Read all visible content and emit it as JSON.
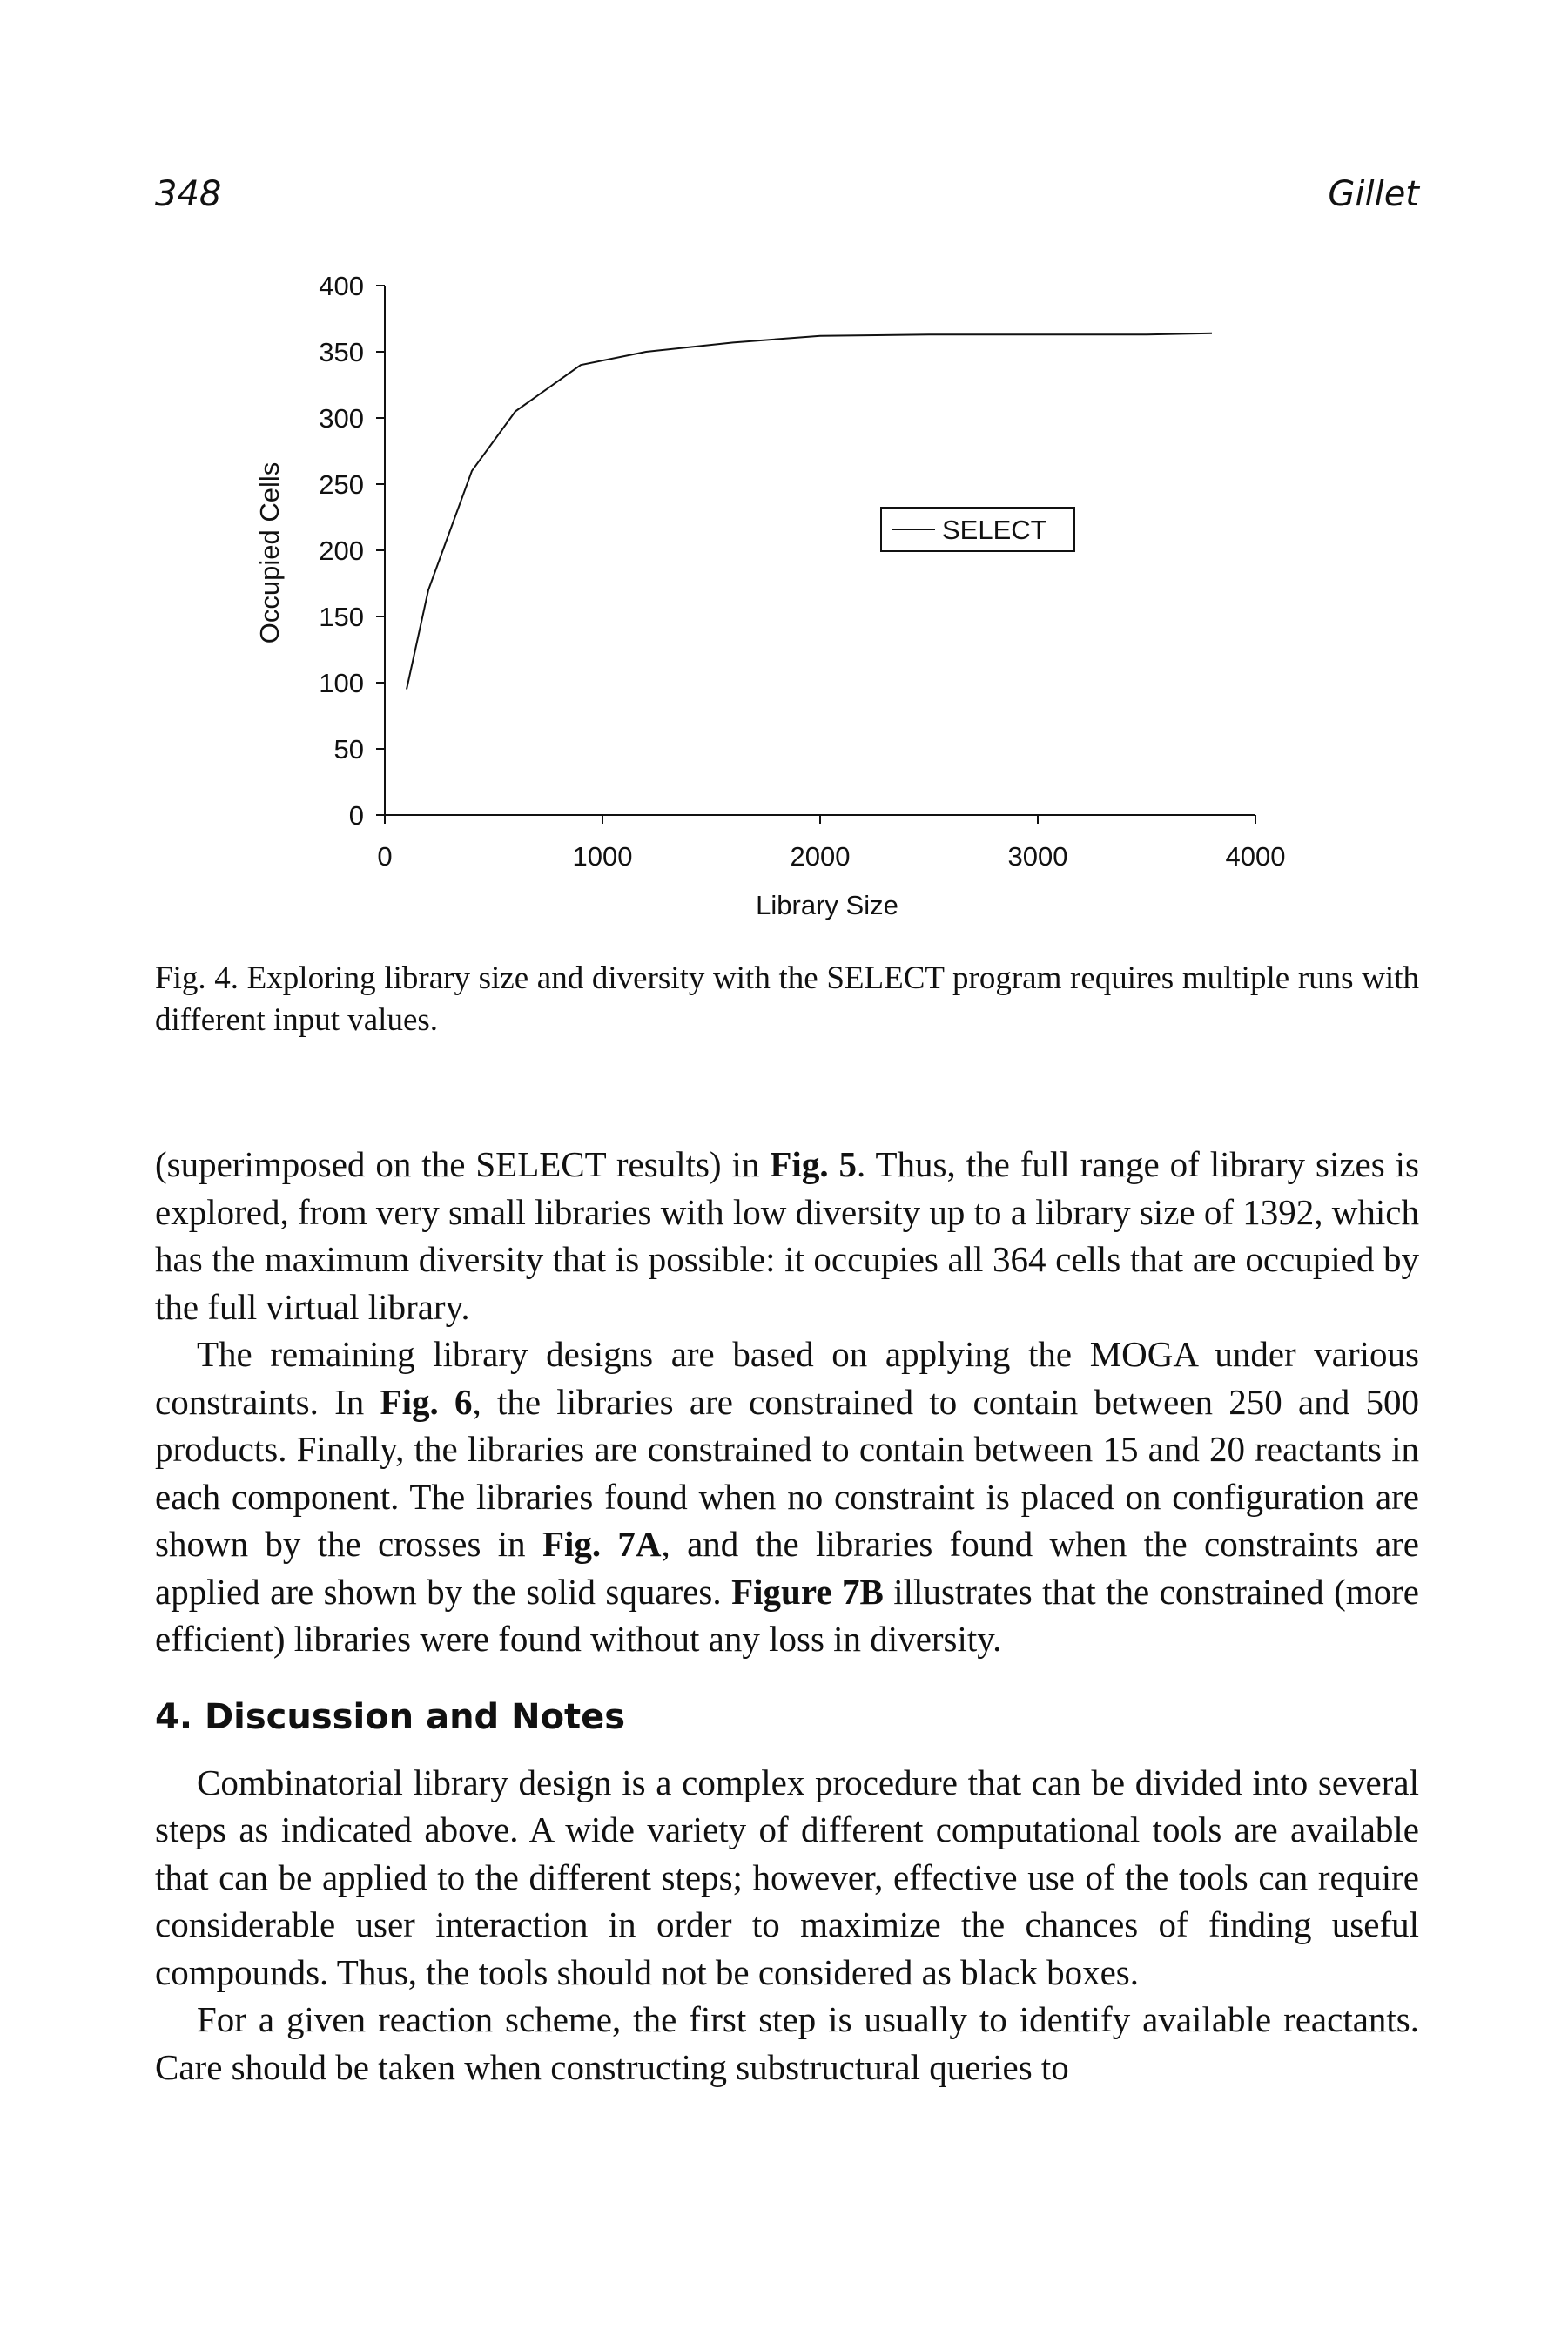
{
  "header": {
    "page_number": "348",
    "running_author": "Gillet"
  },
  "chart_data": {
    "type": "line",
    "xlabel": "Library Size",
    "ylabel": "Occupied Cells",
    "xlim": [
      0,
      4000
    ],
    "ylim": [
      0,
      400
    ],
    "x_ticks": [
      "0",
      "1000",
      "2000",
      "3000",
      "4000"
    ],
    "y_ticks": [
      "0",
      "50",
      "100",
      "150",
      "200",
      "250",
      "300",
      "350",
      "400"
    ],
    "grid": false,
    "legend_position": "center-right",
    "series": [
      {
        "name": "SELECT",
        "x": [
          100,
          200,
          400,
          600,
          900,
          1200,
          1600,
          2000,
          2500,
          3000,
          3500,
          3800
        ],
        "y": [
          95,
          170,
          260,
          305,
          340,
          350,
          357,
          362,
          363,
          363,
          363,
          364
        ]
      }
    ]
  },
  "figure": {
    "caption": "Fig. 4. Exploring library size and diversity with the SELECT program requires multiple runs with different input values."
  },
  "body": {
    "p1_a": "(superimposed on the SELECT results) in ",
    "p1_ref": "Fig. 5",
    "p1_b": ". Thus, the full range of library sizes is explored, from very small libraries with low diversity up to a library size of 1392, which has the maximum diversity that is possible: it occupies all 364 cells that are occupied by the full virtual library.",
    "p2_a": "The remaining library designs are based on applying the MOGA under various constraints. In ",
    "p2_ref1": "Fig. 6",
    "p2_b": ", the libraries are constrained to contain between 250 and 500 products. Finally, the libraries are constrained to contain between 15 and 20 reactants in each component. The libraries found when no constraint is placed on configuration are shown by the crosses in ",
    "p2_ref2": "Fig. 7A",
    "p2_c": ", and the libraries found when the constraints are applied are shown by the solid squares. ",
    "p2_ref3": "Figure 7B",
    "p2_d": " illustrates that the constrained (more efficient) libraries were found without any loss in diversity.",
    "section_heading": "4. Discussion and Notes",
    "p3": "Combinatorial library design is a complex procedure that can be divided into several steps as indicated above. A wide variety of different computational tools are available that can be applied to the different steps; however, effective use of the tools can require considerable user interaction in order to maximize the chances of finding useful compounds. Thus, the tools should not be considered as black boxes.",
    "p4": "For a given reaction scheme, the first step is usually to identify available reactants. Care should be taken when constructing substructural queries to"
  }
}
